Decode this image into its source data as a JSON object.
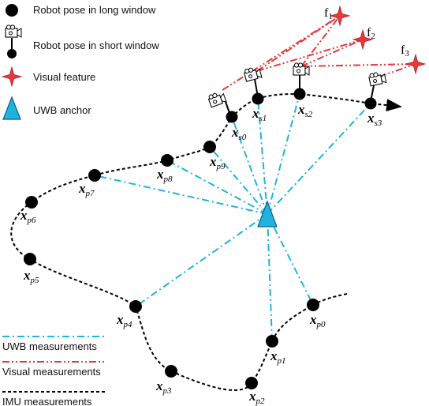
{
  "legend": {
    "long_window": "Robot pose in long window",
    "short_window": "Robot pose in short window",
    "visual_feature": "Visual feature",
    "uwb_anchor": "UWB anchor",
    "uwb_measurements": "UWB measurements",
    "visual_measurements": "Visual measurements",
    "imu_measurements": "IMU measurements"
  },
  "pose_symbol": "x",
  "long_window_poses": [
    {
      "sub": "p0"
    },
    {
      "sub": "p1"
    },
    {
      "sub": "p2"
    },
    {
      "sub": "p3"
    },
    {
      "sub": "p4"
    },
    {
      "sub": "p5"
    },
    {
      "sub": "p6"
    },
    {
      "sub": "p7"
    },
    {
      "sub": "p8"
    },
    {
      "sub": "p9"
    }
  ],
  "short_window_poses": [
    {
      "sub": "s0"
    },
    {
      "sub": "s1"
    },
    {
      "sub": "s2"
    },
    {
      "sub": "s3"
    }
  ],
  "features": [
    {
      "base": "f",
      "sub": "1"
    },
    {
      "base": "f",
      "sub": "2"
    },
    {
      "base": "f",
      "sub": "3"
    }
  ],
  "colors": {
    "uwb": "#1fb4e0",
    "visual": "#e8383b",
    "imu": "#000000",
    "node": "#000000"
  }
}
